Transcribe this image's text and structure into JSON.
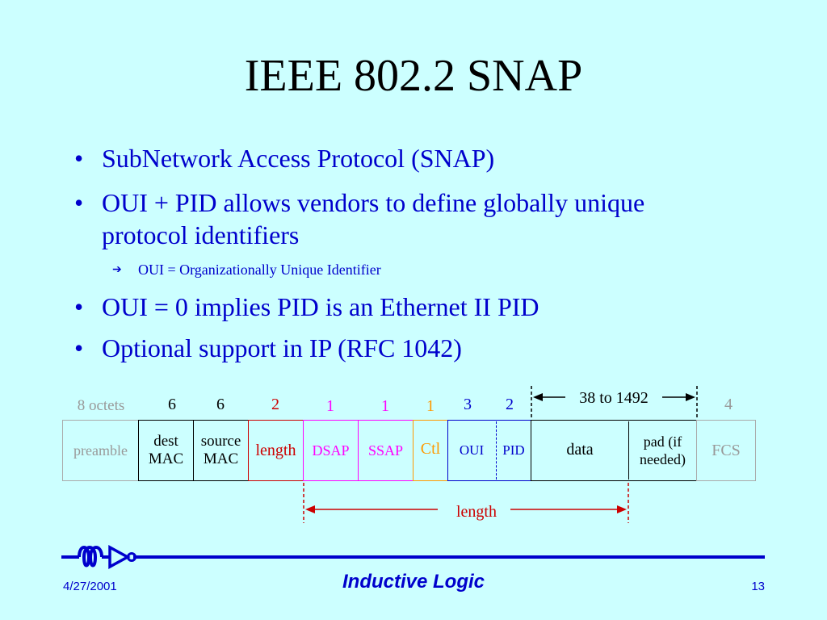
{
  "slide": {
    "title": "IEEE 802.2 SNAP",
    "bullets": [
      "SubNetwork Access Protocol (SNAP)",
      "OUI + PID allows vendors to define globally unique protocol identifiers",
      "OUI = 0 implies PID is an Ethernet II PID",
      "Optional support in IP (RFC 1042)"
    ],
    "sub_bullet": "OUI = Organizationally Unique Identifier"
  },
  "frame": {
    "octet_labels": {
      "preamble": "8 octets",
      "dest_mac": "6",
      "source_mac": "6",
      "length": "2",
      "dsap": "1",
      "ssap": "1",
      "ctl": "1",
      "oui": "3",
      "pid": "2",
      "fcs": "4"
    },
    "data_range": "38 to 1492",
    "fields": {
      "preamble": "preamble",
      "dest_mac_1": "dest",
      "dest_mac_2": "MAC",
      "source_mac_1": "source",
      "source_mac_2": "MAC",
      "length": "length",
      "dsap": "DSAP",
      "ssap": "SSAP",
      "ctl": "Ctl",
      "oui": "OUI",
      "pid": "PID",
      "data": "data",
      "pad_1": "pad (if",
      "pad_2": "needed)",
      "fcs": "FCS"
    },
    "length_span": "length",
    "colors": {
      "grey": "#999999",
      "black": "#000000",
      "red": "#cc0000",
      "magenta": "#ff00ff",
      "orange": "#ff9900",
      "blue": "#0000cc",
      "background": "#ccffff"
    }
  },
  "footer": {
    "date": "4/27/2001",
    "brand": "Inductive Logic",
    "page": "13"
  }
}
